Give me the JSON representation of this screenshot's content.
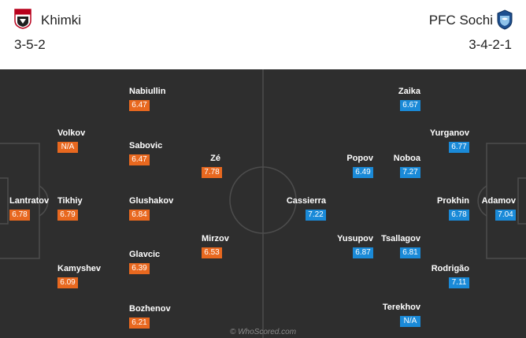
{
  "home": {
    "name": "Khimki",
    "formation": "3-5-2",
    "color": "#e8681f",
    "players": [
      {
        "name": "Lantratov",
        "rating": "6.78"
      },
      {
        "name": "Volkov",
        "rating": "N/A"
      },
      {
        "name": "Tikhiy",
        "rating": "6.79"
      },
      {
        "name": "Kamyshev",
        "rating": "6.09"
      },
      {
        "name": "Nabiullin",
        "rating": "6.47"
      },
      {
        "name": "Sabovic",
        "rating": "6.47"
      },
      {
        "name": "Glushakov",
        "rating": "6.84"
      },
      {
        "name": "Glavcic",
        "rating": "6.39"
      },
      {
        "name": "Bozhenov",
        "rating": "6.21"
      },
      {
        "name": "Zé",
        "rating": "7.78"
      },
      {
        "name": "Mirzov",
        "rating": "6.53"
      }
    ]
  },
  "away": {
    "name": "PFC Sochi",
    "formation": "3-4-2-1",
    "color": "#1a8ad8",
    "players": [
      {
        "name": "Adamov",
        "rating": "7.04"
      },
      {
        "name": "Yurganov",
        "rating": "6.77"
      },
      {
        "name": "Prokhin",
        "rating": "6.78"
      },
      {
        "name": "Rodrigão",
        "rating": "7.11"
      },
      {
        "name": "Zaika",
        "rating": "6.67"
      },
      {
        "name": "Noboa",
        "rating": "7.27"
      },
      {
        "name": "Tsallagov",
        "rating": "6.81"
      },
      {
        "name": "Terekhov",
        "rating": "N/A"
      },
      {
        "name": "Popov",
        "rating": "6.49"
      },
      {
        "name": "Yusupov",
        "rating": "6.87"
      },
      {
        "name": "Cassierra",
        "rating": "7.22"
      }
    ]
  },
  "watermark": "© WhoScored.com",
  "icons": {
    "home_crest": "khimki-crest-icon",
    "away_crest": "sochi-crest-icon"
  }
}
